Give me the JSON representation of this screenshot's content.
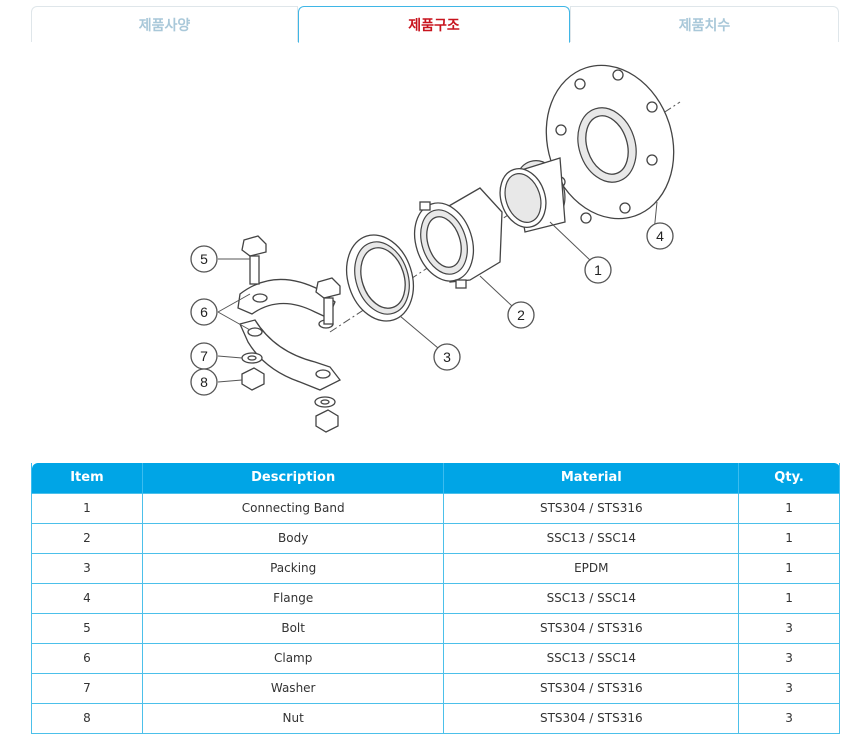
{
  "tabs": [
    {
      "label": "제품사양",
      "active": false
    },
    {
      "label": "제품구조",
      "active": true
    },
    {
      "label": "제품치수",
      "active": false
    }
  ],
  "diagram": {
    "callouts": [
      "1",
      "2",
      "3",
      "4",
      "5",
      "6",
      "7",
      "8"
    ]
  },
  "table": {
    "headers": [
      "Item",
      "Description",
      "Material",
      "Qty."
    ],
    "rows": [
      [
        "1",
        "Connecting Band",
        "STS304 / STS316",
        "1"
      ],
      [
        "2",
        "Body",
        "SSC13 / SSC14",
        "1"
      ],
      [
        "3",
        "Packing",
        "EPDM",
        "1"
      ],
      [
        "4",
        "Flange",
        "SSC13 / SSC14",
        "1"
      ],
      [
        "5",
        "Bolt",
        "STS304 / STS316",
        "3"
      ],
      [
        "6",
        "Clamp",
        "SSC13 / SSC14",
        "3"
      ],
      [
        "7",
        "Washer",
        "STS304 / STS316",
        "3"
      ],
      [
        "8",
        "Nut",
        "STS304 / STS316",
        "3"
      ]
    ]
  },
  "colors": {
    "accent": "#00a5e6",
    "active_tab_text": "#c8141e",
    "inactive_tab_text": "#a9c8d9"
  }
}
